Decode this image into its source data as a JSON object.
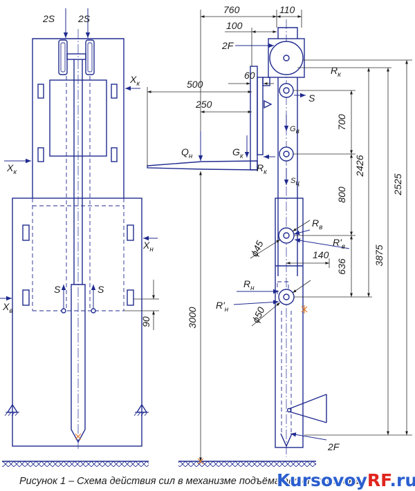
{
  "colors": {
    "drawing_line": "#1f2a8f",
    "text": "#1c1c1c",
    "marker_accent": "#e07a2a",
    "watermark_blue": "#2b5fcf",
    "watermark_red": "#e0251e",
    "background": "#ffffff"
  },
  "figure": {
    "caption": "Рисунок 1 – Схема действия сил в механизме подъёма автопогрузчика",
    "watermark": {
      "part_a": "Kursovoy",
      "part_b": "RF",
      "part_c": ".ru"
    }
  },
  "front_view": {
    "force_top_left": "2S",
    "force_top_right": "2S",
    "x_upper_right": {
      "main": "X",
      "sub": "к"
    },
    "x_upper_left": {
      "main": "X",
      "sub": "к"
    },
    "x_lower_right": {
      "main": "X",
      "sub": "н"
    },
    "x_lower_left": {
      "main": "X",
      "sub": "в"
    },
    "s_left": "S",
    "s_right": "S",
    "dim_90": "90"
  },
  "side_view": {
    "dims": {
      "d760": "760",
      "d110": "110",
      "d100": "100",
      "d500": "500",
      "d60": "60",
      "d250": "250",
      "d700": "700",
      "d800": "800",
      "d636": "636",
      "d140": "140",
      "d2426": "2426",
      "d2525": "2525",
      "d3875": "3875",
      "d3000": "3000"
    },
    "forces": {
      "f_top": "2F",
      "f_bottom": "2F",
      "q": {
        "main": "Q",
        "sub": "н"
      },
      "g_k": {
        "main": "G",
        "sub": "к"
      },
      "r_k_fork": {
        "main": "R",
        "sub": "к"
      },
      "r_k_top": {
        "main": "R",
        "sub": "к"
      },
      "s": "S",
      "g_v": {
        "main": "G",
        "sub": "в"
      },
      "s_c": {
        "main": "S",
        "sub": "ц"
      },
      "r_v": {
        "main": "R",
        "sub": "в"
      },
      "r_v_prime": {
        "main": "R'",
        "sub": "в"
      },
      "r_n": {
        "main": "R",
        "sub": "н"
      },
      "r_n_prime": {
        "main": "R'",
        "sub": "н"
      }
    },
    "diameters": {
      "upper": "ϕ45",
      "lower": "ϕ50"
    }
  }
}
